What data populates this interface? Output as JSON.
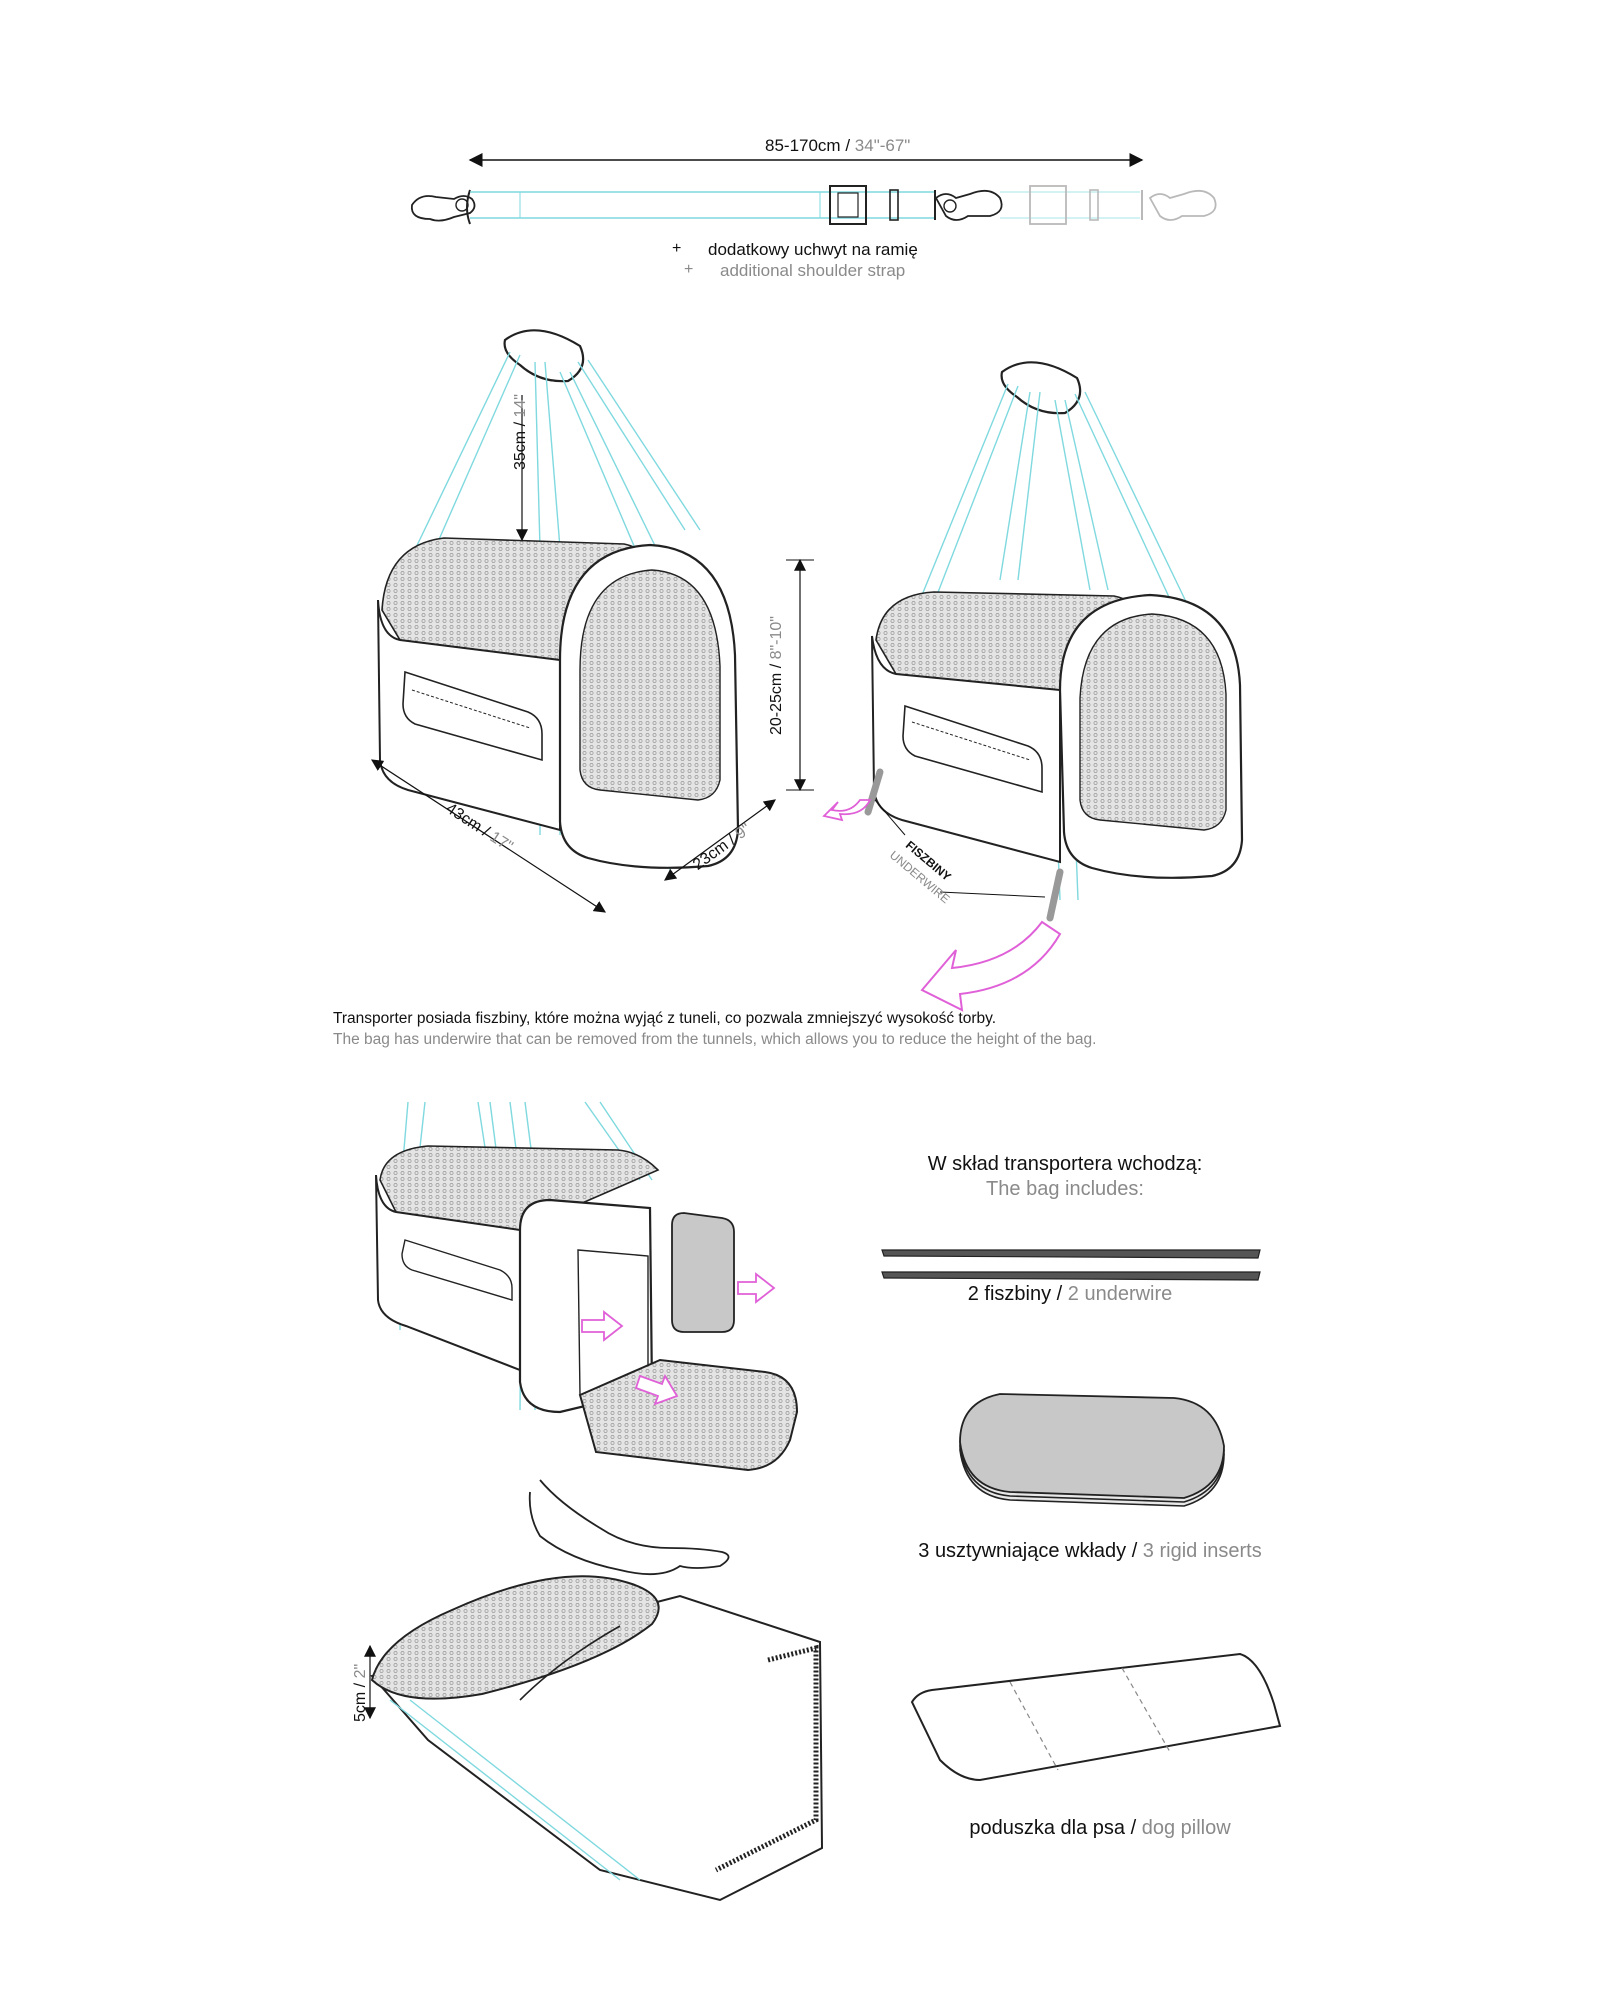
{
  "strap": {
    "length_metric": "85-170cm",
    "length_sep": " / ",
    "length_imperial": "34\"-67\"",
    "plus": "+",
    "title_pl": "dodatkowy uchwyt na ramię",
    "title_en": "additional shoulder strap"
  },
  "dimensions": {
    "handle_metric": "35cm",
    "handle_imperial": "14\"",
    "height_metric": "20-25cm",
    "height_imperial": "8\"-10\"",
    "length_metric": "43cm",
    "length_imperial": "17\"",
    "depth_metric": "23cm",
    "depth_imperial": "9\"",
    "folded_metric": "5cm",
    "folded_imperial": "2\"",
    "sep": " / "
  },
  "underwire_label": {
    "pl": "FISZBINY",
    "en": "UNDERWIRE"
  },
  "note": {
    "pl": "Transporter posiada fiszbiny, które można wyjąć z tuneli, co pozwala zmniejszyć wysokość torby.",
    "en": "The bag has underwire that can be removed from the tunnels, which allows you to reduce the height of the bag."
  },
  "includes": {
    "title_pl": "W skład transportera wchodzą:",
    "title_en": "The bag includes:",
    "items": [
      {
        "pl": "2 fiszbiny",
        "en": "2 underwire"
      },
      {
        "pl": "3 usztywniające wkłady",
        "en": "3 rigid inserts"
      },
      {
        "pl": "poduszka dla psa",
        "en": "dog pillow"
      }
    ]
  },
  "colors": {
    "line": "#222222",
    "strap_cyan": "#7fd9df",
    "arrow_magenta": "#e060d8",
    "grey_text": "#8a8a8a",
    "mesh_fill": "#d9d9d9",
    "insert_fill": "#c8c8c8"
  }
}
